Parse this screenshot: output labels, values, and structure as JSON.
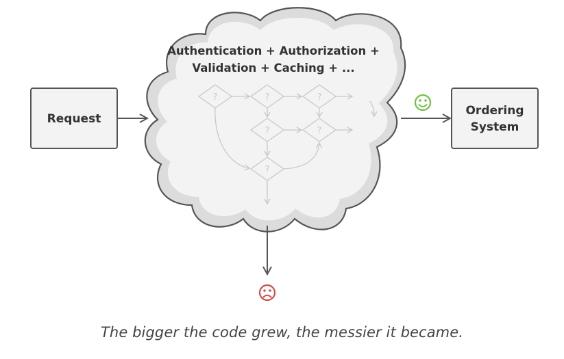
{
  "request_box": {
    "label": "Request"
  },
  "cloud": {
    "line1": "Authentication + Authorization +",
    "line2": "Validation + Caching + ..."
  },
  "target_box": {
    "line1": "Ordering",
    "line2": "System"
  },
  "decision_symbol": "?",
  "icons": {
    "success": {
      "name": "smiley-face-icon",
      "color": "#6fbf40"
    },
    "failure": {
      "name": "sad-face-icon",
      "color": "#d14a4a"
    }
  },
  "caption": "The bigger the code grew, the messier it became."
}
